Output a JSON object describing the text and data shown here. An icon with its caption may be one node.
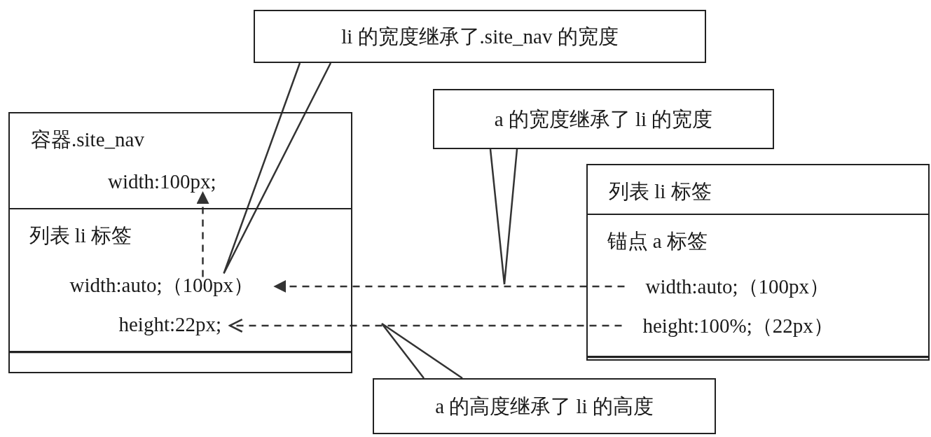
{
  "diagram": {
    "nodes": [
      {
        "text": [
          "li 的宽度继承了.site_nav 的宽度"
        ]
      },
      {
        "text": [
          "a 的宽度继承了 li 的宽度"
        ]
      },
      {
        "text": [
          "容器.site_nav"
        ]
      },
      {
        "text": [
          "width:100px;"
        ],
        "in": 2
      },
      {
        "text": [
          "列表 li 标签"
        ],
        "in": 2
      },
      {
        "text": [
          "width:auto;（100px）"
        ],
        "in": 4
      },
      {
        "text": [
          "height:22px;"
        ],
        "in": 4
      },
      {
        "text": [
          "列表 li 标签"
        ]
      },
      {
        "text": [
          "锚点 a 标签"
        ],
        "in": 7
      },
      {
        "text": [
          "width:auto;（100px）"
        ],
        "in": 8
      },
      {
        "text": [
          "height:100%;（22px）"
        ],
        "in": 8
      },
      {
        "text": [
          "a 的高度继承了 li 的高度"
        ]
      }
    ],
    "edges": [
      {
        "from": 0,
        "to": 5,
        "arrow": "none"
      },
      {
        "from": 1,
        "to": null,
        "arrow": "none"
      },
      {
        "from": 5,
        "to": 3,
        "arrow": "to",
        "style": "dashed"
      },
      {
        "from": 9,
        "to": 5,
        "arrow": "to",
        "style": "dashed"
      },
      {
        "from": 10,
        "to": 6,
        "arrow": "to",
        "style": "dashed"
      },
      {
        "from": 11,
        "to": null,
        "arrow": "none"
      }
    ]
  }
}
